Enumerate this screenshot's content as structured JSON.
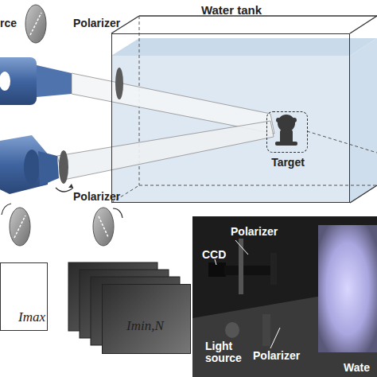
{
  "diagram": {
    "nodes": [
      {
        "text": [
          "Water tank"
        ]
      },
      {
        "text": [
          "Target"
        ],
        "in": 0
      },
      {
        "text": [
          "Imax"
        ]
      },
      {
        "text": [
          "Imin,N"
        ]
      }
    ],
    "labels": [
      "rce",
      "Polarizer",
      "Polarizer",
      "Polarizer",
      "CCD",
      "Light source",
      "Polarizer",
      "Wate"
    ]
  }
}
